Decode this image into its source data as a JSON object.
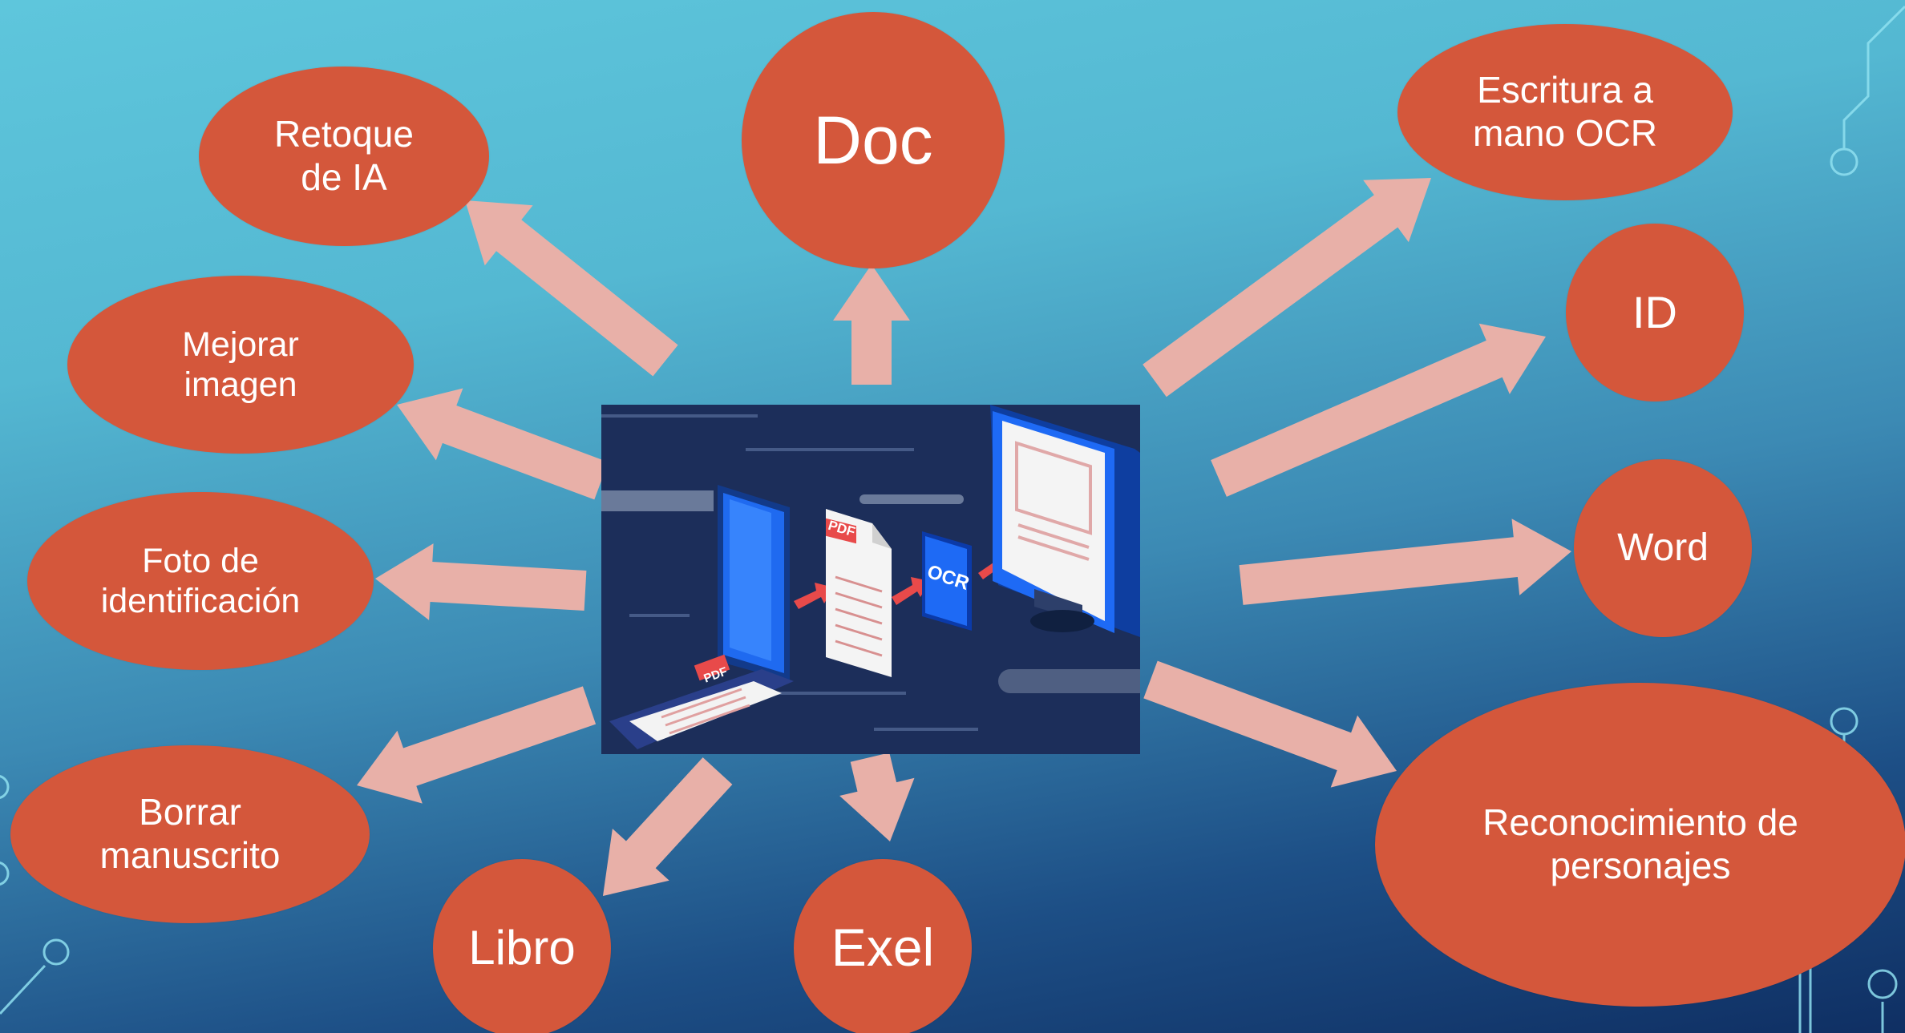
{
  "colors": {
    "bubble": "#d4573b",
    "arrow": "#e8b0a8",
    "background_top": "#5ec6dc",
    "background_bottom": "#0f2f63",
    "illustration_bg": "#1c2e5a",
    "circuit_line": "#8fe0f0"
  },
  "diagram": {
    "center": {
      "description_icons": [
        "scanner-icon",
        "pdf-document-icon",
        "ocr-chip-icon",
        "monitor-icon"
      ],
      "pdf_label": "PDF",
      "ocr_label": "OCR"
    },
    "nodes": [
      {
        "id": "doc",
        "label": "Doc"
      },
      {
        "id": "retoque",
        "label": "Retoque\nde IA"
      },
      {
        "id": "mejorar",
        "label": "Mejorar\nimagen"
      },
      {
        "id": "foto",
        "label": "Foto de\nidentificación"
      },
      {
        "id": "borrar",
        "label": "Borrar\nmanuscrito"
      },
      {
        "id": "libro",
        "label": "Libro"
      },
      {
        "id": "exel",
        "label": "Exel"
      },
      {
        "id": "escritura",
        "label": "Escritura a\nmano OCR"
      },
      {
        "id": "id",
        "label": "ID"
      },
      {
        "id": "word",
        "label": "Word"
      },
      {
        "id": "reconocimiento",
        "label": "Reconocimiento de\npersonajes"
      }
    ],
    "edges": [
      {
        "from": "center",
        "to": "doc"
      },
      {
        "from": "center",
        "to": "retoque"
      },
      {
        "from": "center",
        "to": "mejorar"
      },
      {
        "from": "center",
        "to": "foto"
      },
      {
        "from": "center",
        "to": "borrar"
      },
      {
        "from": "center",
        "to": "libro"
      },
      {
        "from": "center",
        "to": "exel"
      },
      {
        "from": "center",
        "to": "escritura"
      },
      {
        "from": "center",
        "to": "id"
      },
      {
        "from": "center",
        "to": "word"
      },
      {
        "from": "center",
        "to": "reconocimiento"
      }
    ]
  }
}
